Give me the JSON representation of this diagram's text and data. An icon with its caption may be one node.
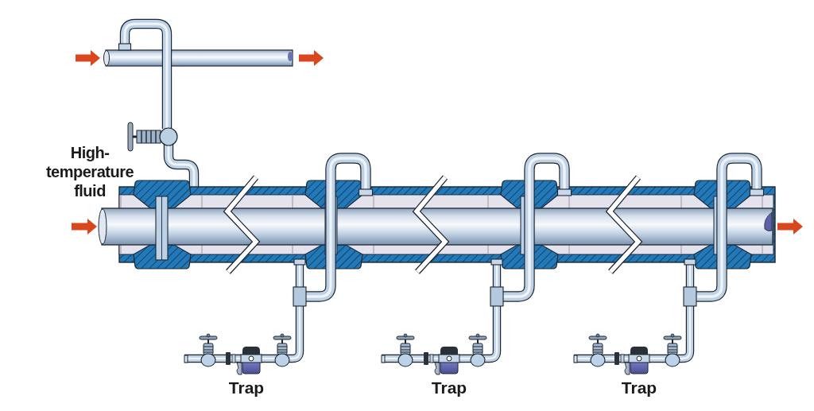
{
  "diagram": {
    "labels": [
      "High-temperature fluid",
      "Trap",
      "Trap",
      "Trap"
    ]
  }
}
